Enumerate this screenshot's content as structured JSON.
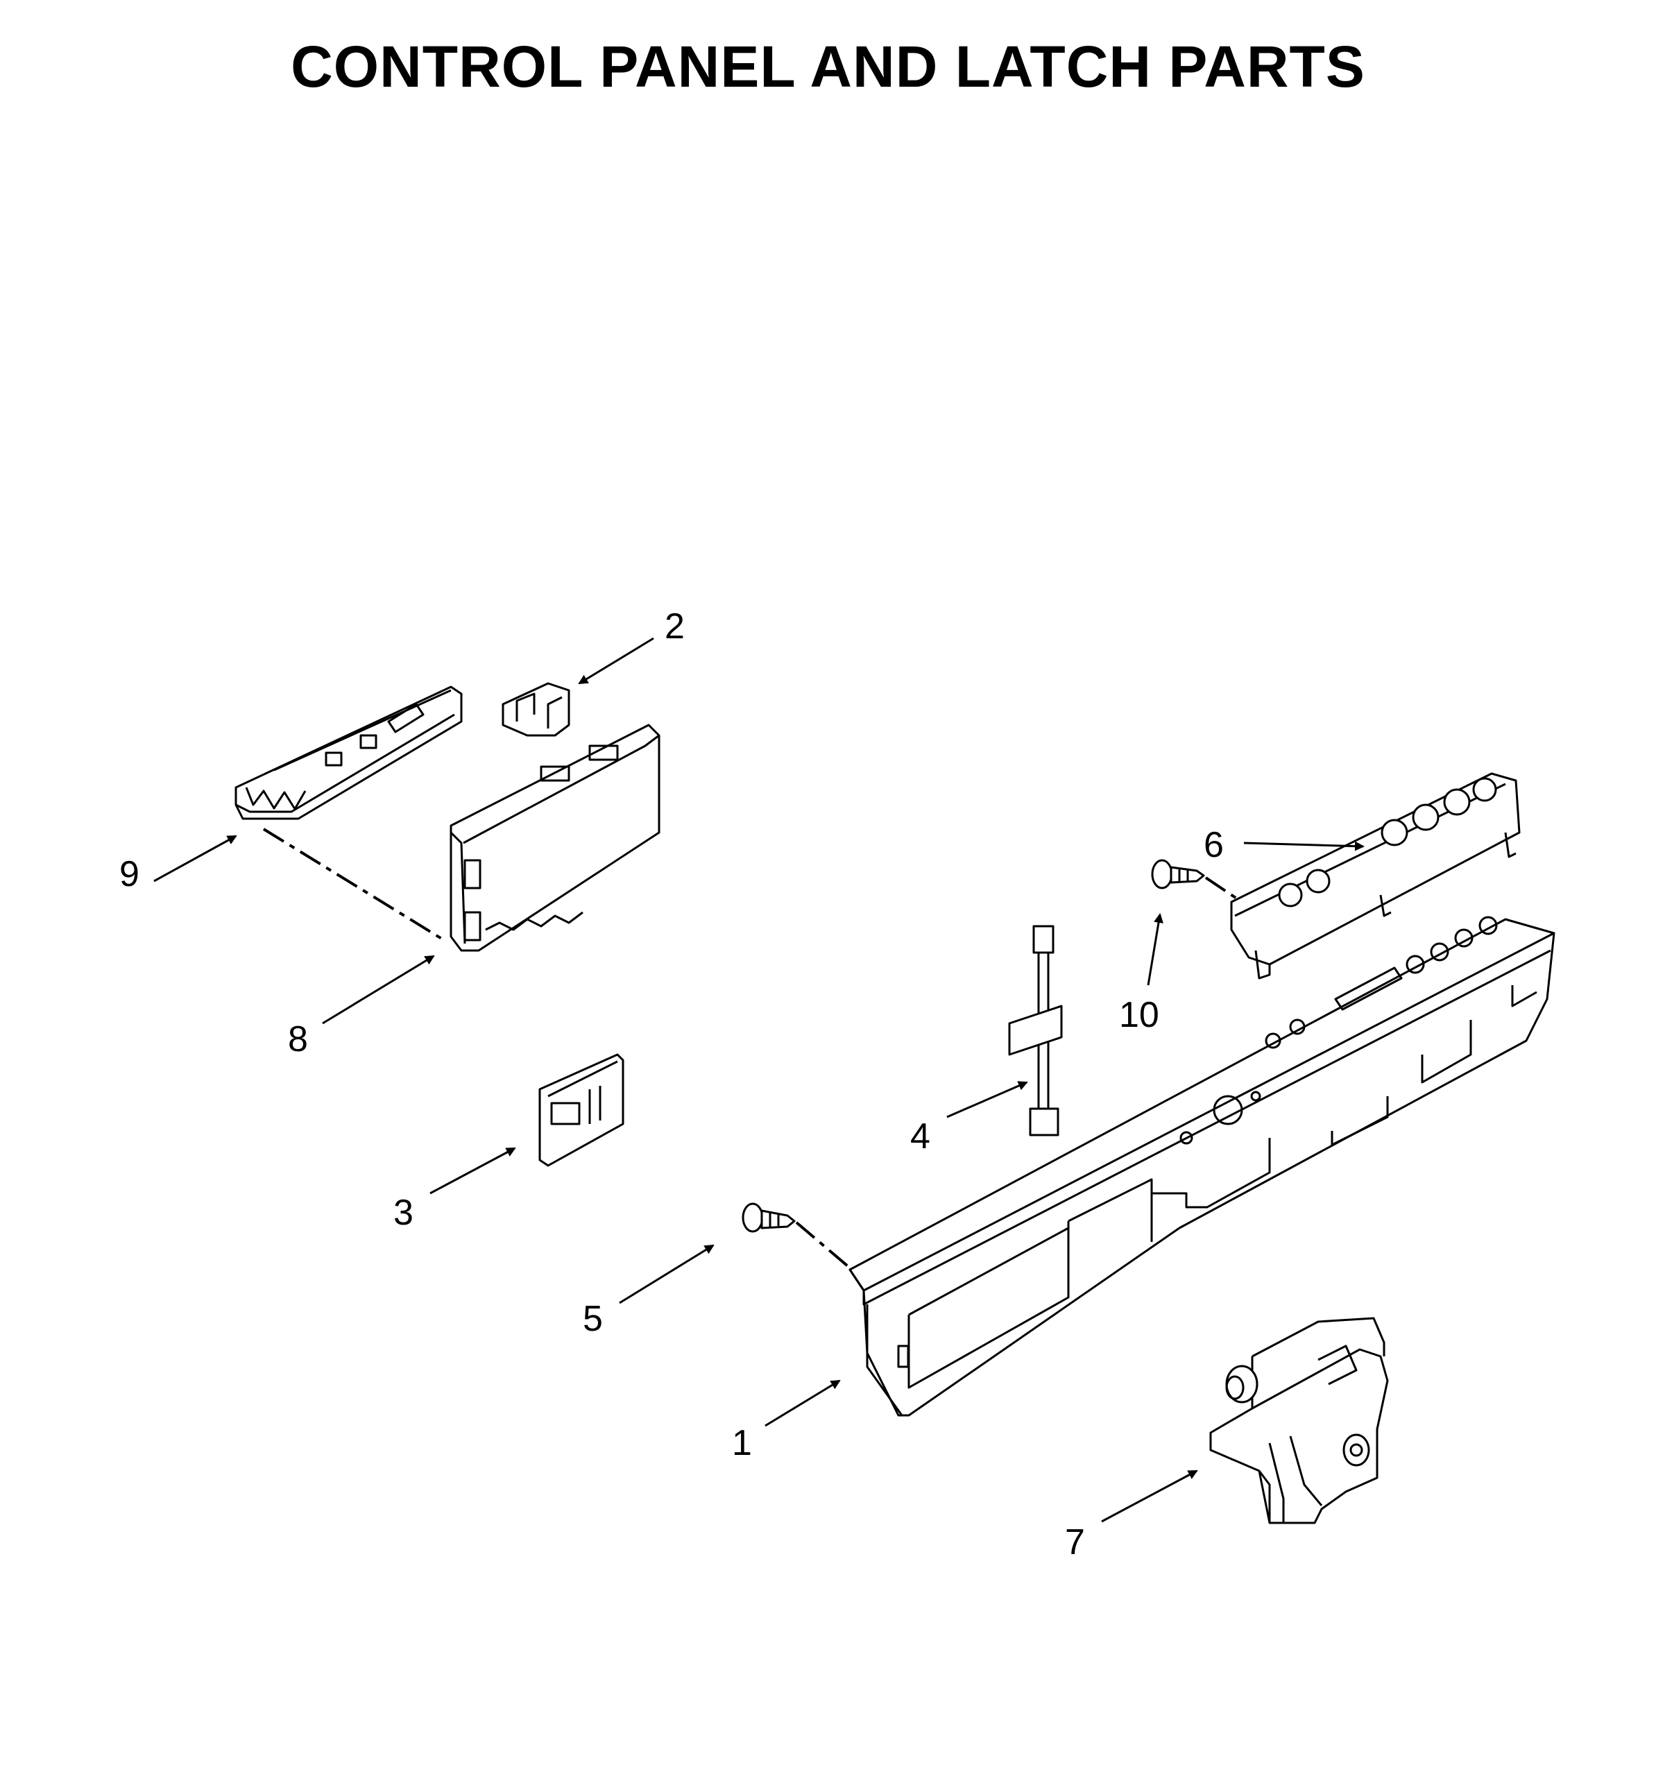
{
  "diagram": {
    "title": "CONTROL PANEL AND LATCH PARTS",
    "callouts": [
      {
        "id": "1",
        "label": "1"
      },
      {
        "id": "2",
        "label": "2"
      },
      {
        "id": "3",
        "label": "3"
      },
      {
        "id": "4",
        "label": "4"
      },
      {
        "id": "5",
        "label": "5"
      },
      {
        "id": "6",
        "label": "6"
      },
      {
        "id": "7",
        "label": "7"
      },
      {
        "id": "8",
        "label": "8"
      },
      {
        "id": "9",
        "label": "9"
      },
      {
        "id": "10",
        "label": "10"
      }
    ]
  },
  "colors": {
    "line": "#000000",
    "background": "#ffffff"
  }
}
